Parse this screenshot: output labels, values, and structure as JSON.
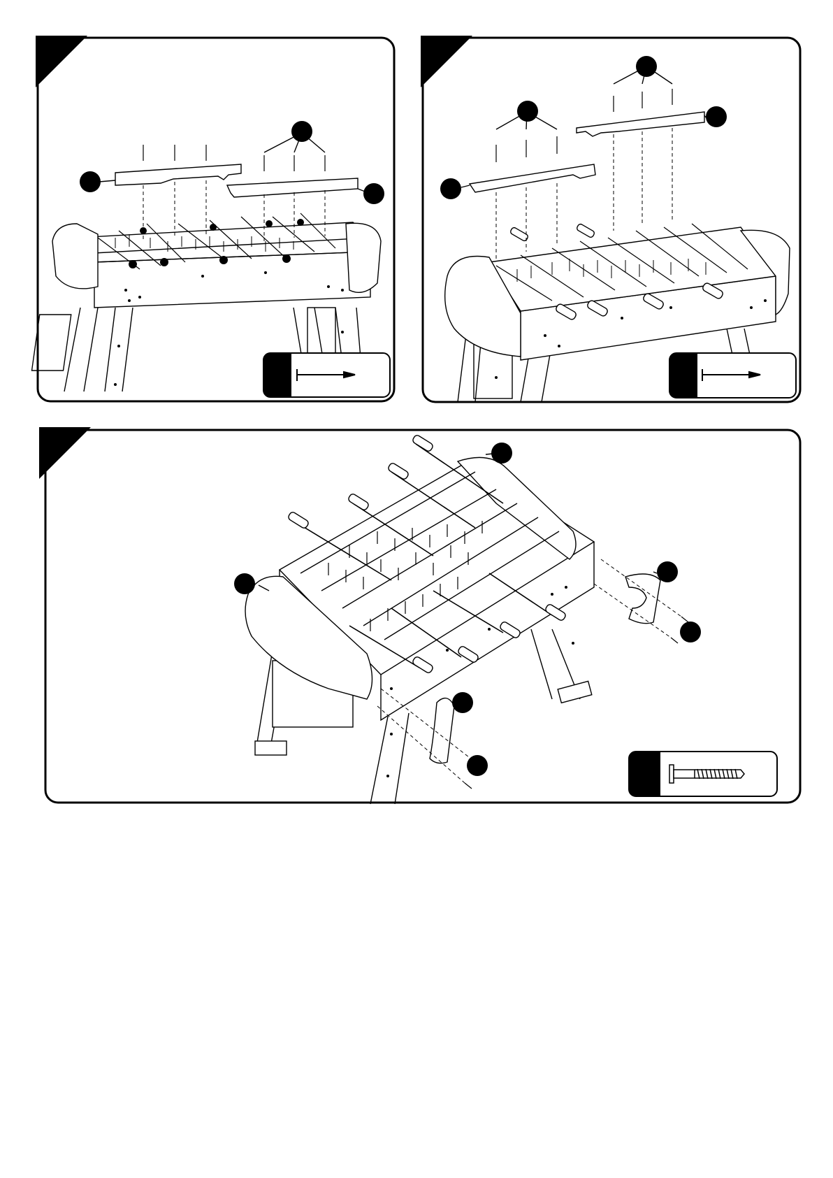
{
  "page": {
    "background": "#ffffff",
    "line_color": "#000000",
    "callout_color": "#000000"
  },
  "steps": [
    {
      "id": "step-1",
      "callouts": [
        {
          "label": ""
        },
        {
          "label": ""
        },
        {
          "label": ""
        }
      ],
      "hardware": {
        "icon": "nail-icon",
        "label": ""
      }
    },
    {
      "id": "step-2",
      "callouts": [
        {
          "label": ""
        },
        {
          "label": ""
        },
        {
          "label": ""
        },
        {
          "label": ""
        }
      ],
      "hardware": {
        "icon": "nail-icon",
        "label": ""
      }
    },
    {
      "id": "step-3",
      "callouts": [
        {
          "label": ""
        },
        {
          "label": ""
        },
        {
          "label": ""
        },
        {
          "label": ""
        },
        {
          "label": ""
        },
        {
          "label": ""
        }
      ],
      "hardware": {
        "icon": "screw-icon",
        "label": ""
      }
    }
  ]
}
